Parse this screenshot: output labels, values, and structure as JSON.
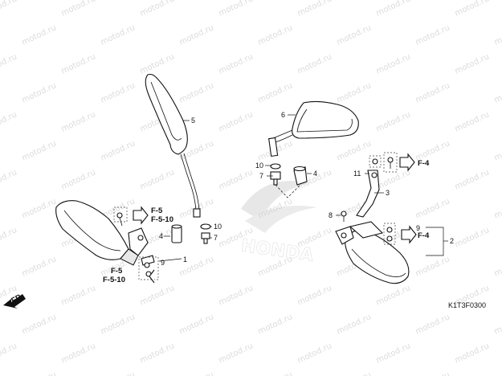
{
  "watermark": "motod.ru",
  "diagram_code": "K1T3F0300",
  "front_label": "FR.",
  "brand_logo_text": "HONDA",
  "callouts": {
    "c1": "1",
    "c2": "2",
    "c3": "3",
    "c4a": "4",
    "c4b": "4",
    "c5": "5",
    "c6": "6",
    "c7a": "7",
    "c7b": "7",
    "c8": "8",
    "c9a": "9",
    "c9b": "9",
    "c10a": "10",
    "c10b": "10",
    "c11": "11"
  },
  "references": {
    "f5_top": "F-5",
    "f510_top": "F-5-10",
    "f5_bottom": "F-5",
    "f510_bottom": "F-5-10",
    "f4_top": "F-4",
    "f4_right": "F-4"
  }
}
